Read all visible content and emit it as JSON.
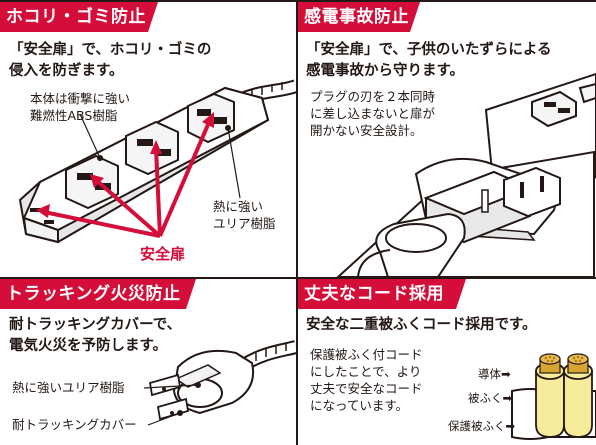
{
  "panels": [
    {
      "title": "ホコリ・ゴミ防止",
      "headline": [
        "「安全扉」で、ホコリ・ゴミの",
        "侵入を防ぎます。"
      ],
      "notes": {
        "body": [
          "本体は衝撃に強い",
          "難燃性ABS樹脂"
        ],
        "urea": [
          "熱に強い",
          "ユリア樹脂"
        ],
        "door": "安全扉"
      }
    },
    {
      "title": "感電事故防止",
      "headline": [
        "「安全扉」で、子供のいたずらによる",
        "感電事故から守ります。"
      ],
      "notes": {
        "design": [
          "プラグの刃を２本同時",
          "に差し込まないと扉が",
          "開かない安全設計。"
        ]
      }
    },
    {
      "title": "トラッキング火災防止",
      "headline": [
        "耐トラッキングカバーで、",
        "電気火災を予防します。"
      ],
      "notes": {
        "urea": "熱に強いユリア樹脂",
        "cover": "耐トラッキングカバー"
      }
    },
    {
      "title": "丈夫なコード採用",
      "headline": [
        "安全な二重被ふくコード採用です。"
      ],
      "notes": {
        "desc": [
          "保護被ふく付コード",
          "にしたことで、より",
          "丈夫で安全なコード",
          "になっています。"
        ],
        "conductor": "導体➡",
        "insulation": "被ふく➡",
        "sheath": "保護被ふく➡"
      }
    }
  ],
  "colors": {
    "accent": "#d40d39",
    "ink": "#231815",
    "copper": "#d8a431",
    "yellow": "#f6ec9b"
  }
}
